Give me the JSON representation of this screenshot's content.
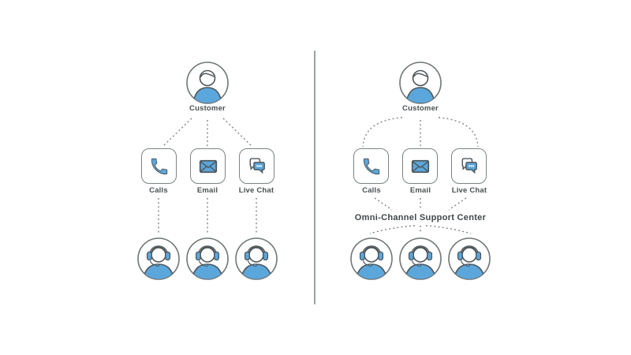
{
  "colors": {
    "bg": "#ffffff",
    "accent": "#5ba7dc",
    "outline": "#4e565a",
    "circleBorder": "#6f7577",
    "boxBorder": "#7c8386",
    "line": "#7e8588",
    "divider": "#9aa1a1",
    "label": "#4b5052",
    "hubLabel": "#3f474a"
  },
  "icons": {
    "customer": "person-icon",
    "calls": "phone-icon",
    "email": "envelope-icon",
    "live_chat": "chat-bubbles-icon",
    "agent": "support-agent-headset-icon"
  },
  "left": {
    "customer_label": "Customer",
    "channels": [
      {
        "label": "Calls"
      },
      {
        "label": "Email"
      },
      {
        "label": "Live Chat"
      }
    ],
    "agents": 3
  },
  "right": {
    "customer_label": "Customer",
    "channels": [
      {
        "label": "Calls"
      },
      {
        "label": "Email"
      },
      {
        "label": "Live Chat"
      }
    ],
    "hub_label": "Omni-Channel Support Center",
    "agents": 3
  }
}
